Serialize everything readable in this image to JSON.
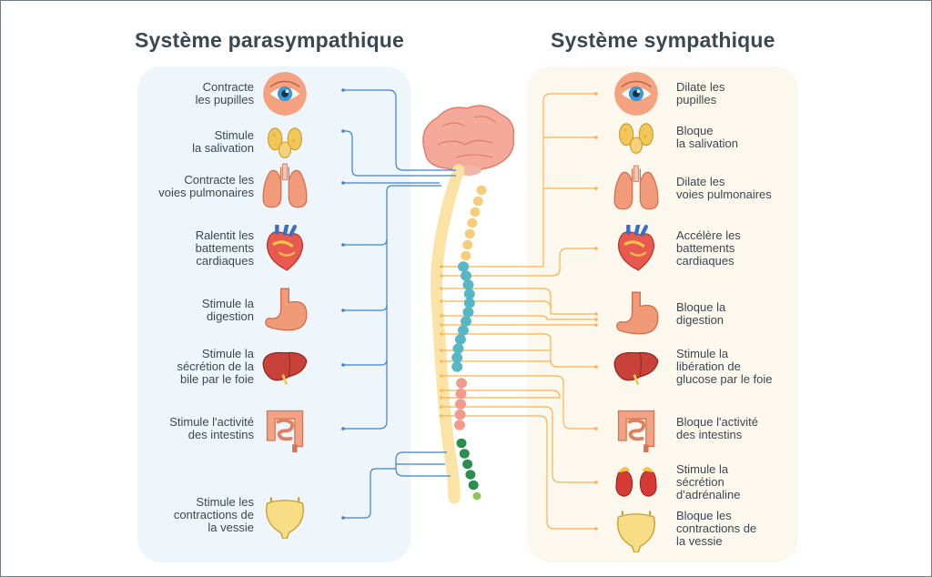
{
  "titles": {
    "left": "Système parasympathique",
    "right": "Système sympathique"
  },
  "colors": {
    "left_panel": "#eef5fb",
    "right_panel": "#fdf8ee",
    "left_wires": "#3a82d2",
    "right_wires": "#f7b24e",
    "spine_cervical": "#f6cd7a",
    "spine_thoracic": "#57b7c4",
    "spine_lumbar": "#f29b8c",
    "spine_sacral": "#2a8f4e",
    "text": "#3b4751"
  },
  "parasympathetic": [
    {
      "organ": "eye-icon",
      "lines": [
        "Contracte",
        "les pupilles"
      ]
    },
    {
      "organ": "salivary-gland-icon",
      "lines": [
        "Stimule",
        "la salivation"
      ]
    },
    {
      "organ": "lungs-icon",
      "lines": [
        "Contracte les",
        "voies pulmonaires"
      ]
    },
    {
      "organ": "heart-icon",
      "lines": [
        "Ralentit les",
        "battements",
        "cardiaques"
      ]
    },
    {
      "organ": "stomach-icon",
      "lines": [
        "Stimule la",
        "digestion"
      ]
    },
    {
      "organ": "liver-icon",
      "lines": [
        "Stimule la",
        "sécrétion de la",
        "bile par le foie"
      ]
    },
    {
      "organ": "intestines-icon",
      "lines": [
        "Stimule l'activité",
        "des intestins"
      ]
    },
    {
      "organ": "bladder-icon",
      "lines": [
        "Stimule les",
        "contractions de",
        "la vessie"
      ]
    }
  ],
  "sympathetic": [
    {
      "organ": "eye-icon",
      "lines": [
        "Dilate les",
        "pupilles"
      ]
    },
    {
      "organ": "salivary-gland-icon",
      "lines": [
        "Bloque",
        "la salivation"
      ]
    },
    {
      "organ": "lungs-icon",
      "lines": [
        "Dilate les",
        "voies pulmonaires"
      ]
    },
    {
      "organ": "heart-icon",
      "lines": [
        "Accélère les",
        "battements",
        "cardiaques"
      ]
    },
    {
      "organ": "stomach-icon",
      "lines": [
        "Bloque la",
        "digestion"
      ]
    },
    {
      "organ": "liver-icon",
      "lines": [
        "Stimule la",
        "libération de",
        "glucose par le foie"
      ]
    },
    {
      "organ": "intestines-icon",
      "lines": [
        "Bloque l'activité",
        "des intestins"
      ]
    },
    {
      "organ": "adrenal-gland-icon",
      "lines": [
        "Stimule la",
        "sécrétion",
        "d'adrénaline"
      ]
    },
    {
      "organ": "bladder-icon",
      "lines": [
        "Bloque les",
        "contractions de",
        "la vessie"
      ]
    }
  ]
}
